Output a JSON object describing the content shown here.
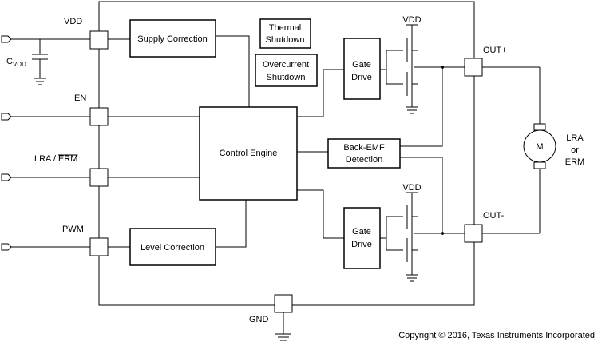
{
  "pins": {
    "vdd": "VDD",
    "cap": "C",
    "cap_sub": "VDD",
    "en": "EN",
    "lra_erm_a": "LRA / ",
    "lra_erm_b": "ERM",
    "pwm": "PWM",
    "gnd": "GND",
    "out_plus": "OUT+",
    "out_minus": "OUT-"
  },
  "blocks": {
    "supply_correction": "Supply Correction",
    "thermal_1": "Thermal",
    "thermal_2": "Shutdown",
    "overcurrent_1": "Overcurrent",
    "overcurrent_2": "Shutdown",
    "gate_top_1": "Gate",
    "gate_top_2": "Drive",
    "control_engine": "Control Engine",
    "backemf_1": "Back-EMF",
    "backemf_2": "Detection",
    "gate_bot_1": "Gate",
    "gate_bot_2": "Drive",
    "level_correction": "Level Correction"
  },
  "rails": {
    "vdd_top": "VDD",
    "vdd_bot": "VDD"
  },
  "motor": {
    "symbol": "M",
    "label_1": "LRA",
    "label_2": "or",
    "label_3": "ERM"
  },
  "copyright": "Copyright © 2016, Texas Instruments Incorporated"
}
